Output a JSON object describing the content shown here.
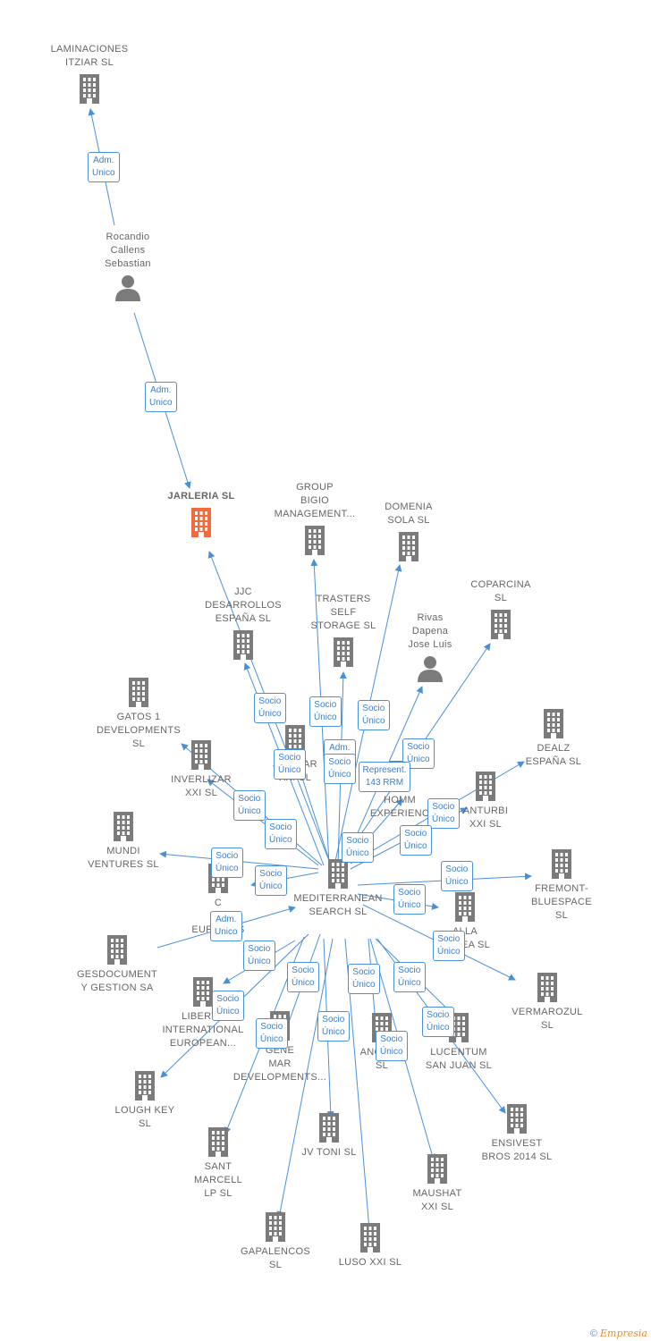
{
  "colors": {
    "edge": "#4a90d9",
    "building": "#7b7b7b",
    "focus": "#f26a3d",
    "person": "#7b7b7b"
  },
  "nodes": [
    {
      "id": "laminaciones",
      "type": "company",
      "label": "LAMINACIONES\nITZIAR  SL",
      "icon": "building-icon"
    },
    {
      "id": "rocandio",
      "type": "person",
      "label": "Rocandio\nCallens\nSebastian",
      "icon": "person-icon"
    },
    {
      "id": "jarleria",
      "type": "company",
      "label": "JARLERIA  SL",
      "icon": "building-icon",
      "focus": true
    },
    {
      "id": "group_bigio",
      "type": "company",
      "label": "GROUP\nBIGIO\nMANAGEMENT...",
      "icon": "building-icon"
    },
    {
      "id": "domenia",
      "type": "company",
      "label": "DOMENIA\nSOLA SL",
      "icon": "building-icon"
    },
    {
      "id": "coparcina",
      "type": "company",
      "label": "COPARCINA\nSL",
      "icon": "building-icon"
    },
    {
      "id": "jjc",
      "type": "company",
      "label": "JJC\nDESARROLLOS\nESPAÑA  SL",
      "icon": "building-icon"
    },
    {
      "id": "trasters",
      "type": "company",
      "label": "TRASTERS\nSELF\nSTORAGE  SL",
      "icon": "building-icon"
    },
    {
      "id": "rivas",
      "type": "person",
      "label": "Rivas\nDapena\nJose Luis",
      "icon": "person-icon"
    },
    {
      "id": "gatos",
      "type": "company",
      "label": "GATOS 1\nDEVELOPMENTS\nSL",
      "icon": "building-icon"
    },
    {
      "id": "dealz",
      "type": "company",
      "label": "DEALZ\nESPAÑA  SL",
      "icon": "building-icon"
    },
    {
      "id": "inverlizar",
      "type": "company",
      "label": "INVERLIZAR\nXXI  SL",
      "icon": "building-icon"
    },
    {
      "id": "jvellar",
      "type": "company",
      "label": "JVELLAR\nXXI  SL",
      "icon": "building-icon"
    },
    {
      "id": "homm",
      "type": "company",
      "label": "HOMM\nEXPERIENC",
      "icon": "building-icon"
    },
    {
      "id": "anturbi",
      "type": "company",
      "label": "ANTURBI\nXXI  SL",
      "icon": "building-icon"
    },
    {
      "id": "mundi",
      "type": "company",
      "label": "MUNDI\nVENTURES  SL",
      "icon": "building-icon"
    },
    {
      "id": "fremont",
      "type": "company",
      "label": "FREMONT-\nBLUESPACE\nSL",
      "icon": "building-icon"
    },
    {
      "id": "hei",
      "type": "company",
      "label": "C\nHEI\nEUROPE  S",
      "icon": "building-icon"
    },
    {
      "id": "mediterranean",
      "type": "company",
      "label": "MEDITERRANEAN\nSEARCH SL",
      "icon": "building-icon"
    },
    {
      "id": "alla",
      "type": "company",
      "label": "ALLA\nANNEA  SL",
      "icon": "building-icon"
    },
    {
      "id": "gesdocument",
      "type": "company",
      "label": "GESDOCUMENT\nY GESTION SA",
      "icon": "building-icon"
    },
    {
      "id": "vermarozul",
      "type": "company",
      "label": "VERMAROZUL\nSL",
      "icon": "building-icon"
    },
    {
      "id": "liberty",
      "type": "company",
      "label": "LIBERTY\nINTERNATIONAL\nEUROPEAN...",
      "icon": "building-icon"
    },
    {
      "id": "general_mar",
      "type": "company",
      "label": "GENE\nMAR\nDEVELOPMENTS...",
      "icon": "building-icon"
    },
    {
      "id": "anorna",
      "type": "company",
      "label": "ANORNA\nSL",
      "icon": "building-icon"
    },
    {
      "id": "lucentum",
      "type": "company",
      "label": "LUCENTUM\nSAN JUAN  SL",
      "icon": "building-icon"
    },
    {
      "id": "lough",
      "type": "company",
      "label": "LOUGH KEY\nSL",
      "icon": "building-icon"
    },
    {
      "id": "ensivest",
      "type": "company",
      "label": "ENSIVEST\nBROS 2014  SL",
      "icon": "building-icon"
    },
    {
      "id": "sant_marcell",
      "type": "company",
      "label": "SANT\nMARCELL\nLP  SL",
      "icon": "building-icon"
    },
    {
      "id": "jv_toni",
      "type": "company",
      "label": "JV TONI  SL",
      "icon": "building-icon"
    },
    {
      "id": "maushat",
      "type": "company",
      "label": "MAUSHAT\nXXI  SL",
      "icon": "building-icon"
    },
    {
      "id": "gapalencos",
      "type": "company",
      "label": "GAPALENCOS\nSL",
      "icon": "building-icon"
    },
    {
      "id": "luso",
      "type": "company",
      "label": "LUSO XXI  SL",
      "icon": "building-icon"
    }
  ],
  "relations": [
    {
      "id": "r1",
      "text": "Adm.\nUnico"
    },
    {
      "id": "r2",
      "text": "Adm.\nUnico"
    },
    {
      "id": "r3",
      "text": "Socio\nÚnico"
    },
    {
      "id": "r4",
      "text": "Socio\nÚnico"
    },
    {
      "id": "r5",
      "text": "Socio\nÚnico"
    },
    {
      "id": "r6",
      "text": "Socio\nÚnico"
    },
    {
      "id": "r7",
      "text": "Socio\nÚnico"
    },
    {
      "id": "r8",
      "text": "Adm.\nUnico"
    },
    {
      "id": "r9",
      "text": "Socio\nÚnico"
    },
    {
      "id": "r10",
      "text": "Represent.\n143 RRM"
    },
    {
      "id": "r11",
      "text": "Socio\nÚnico"
    },
    {
      "id": "r12",
      "text": "Socio\nÚnico"
    },
    {
      "id": "r13",
      "text": "Socio\nÚnico"
    },
    {
      "id": "r14",
      "text": "Socio\nÚnico"
    },
    {
      "id": "r15",
      "text": "Socio\nÚnico"
    },
    {
      "id": "r16",
      "text": "Socio\nÚnico"
    },
    {
      "id": "r17",
      "text": "Socio\nÚnico"
    },
    {
      "id": "r18",
      "text": "Socio\nÚnico"
    },
    {
      "id": "r19",
      "text": "Adm.\nUnico"
    },
    {
      "id": "r20",
      "text": "Socio\nÚnico"
    },
    {
      "id": "r21",
      "text": "Socio\nÚnico"
    },
    {
      "id": "r22",
      "text": "Socio\nÚnico"
    },
    {
      "id": "r23",
      "text": "Socio\nÚnico"
    },
    {
      "id": "r24",
      "text": "Socio\nÚnico"
    },
    {
      "id": "r25",
      "text": "Socio\nÚnico"
    },
    {
      "id": "r26",
      "text": "Socio\nÚnico"
    },
    {
      "id": "r27",
      "text": "Socio\nÚnico"
    },
    {
      "id": "r28",
      "text": "Socio\nÚnico"
    },
    {
      "id": "r29",
      "text": "Socio\nÚnico"
    },
    {
      "id": "r30",
      "text": "Socio\nÚnico"
    }
  ],
  "footer": {
    "copyright": "©",
    "brand": "Empresia"
  }
}
